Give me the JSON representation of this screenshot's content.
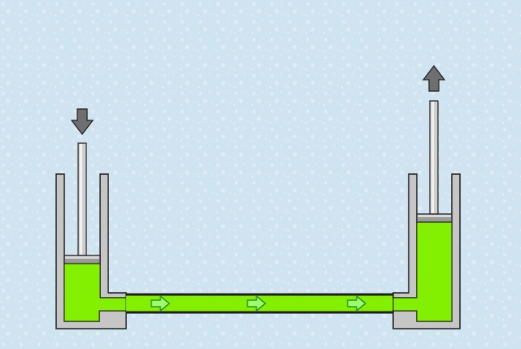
{
  "diagram": {
    "kind": "hydraulic-press-schematic",
    "colors": {
      "background": "#cfe3f0",
      "background_speckle": "#e9f2f8",
      "fluid": "#82f000",
      "container_wall": "#c6c6c6",
      "outline": "#1e1e1e",
      "rod": "#cfcfcf",
      "piston_cap": "#9a9a9a",
      "arrow": "#6f6f6f",
      "flow_arrow_fill": "#9cff6a",
      "flow_arrow_stroke": "#2e8f2e"
    },
    "left_piston": {
      "motion": "down"
    },
    "right_piston": {
      "motion": "up"
    },
    "flow": {
      "direction": "left-to-right",
      "arrow_count": 3
    }
  }
}
